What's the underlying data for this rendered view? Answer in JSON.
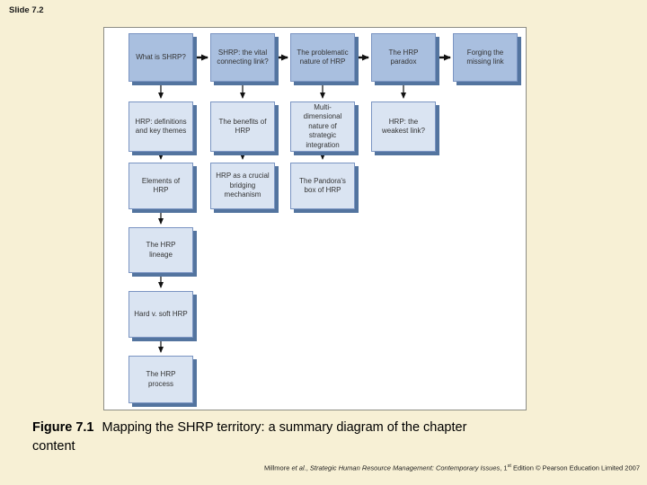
{
  "slide_label": "Slide 7.2",
  "diagram": {
    "nodes": [
      {
        "id": "what-is-shrp",
        "row": 1,
        "col": 1,
        "style": "dark",
        "label": "What is SHRP?"
      },
      {
        "id": "vital-connecting",
        "row": 1,
        "col": 2,
        "style": "dark",
        "label": "SHRP: the vital connecting link?"
      },
      {
        "id": "problematic-nature",
        "row": 1,
        "col": 3,
        "style": "dark",
        "label": "The problematic nature of HRP"
      },
      {
        "id": "hrp-paradox",
        "row": 1,
        "col": 4,
        "style": "dark",
        "label": "The HRP paradox"
      },
      {
        "id": "forging-missing",
        "row": 1,
        "col": 5,
        "style": "dark",
        "label": "Forging the missing link"
      },
      {
        "id": "definitions-themes",
        "row": 2,
        "col": 1,
        "style": "light",
        "label": "HRP: definitions and key themes"
      },
      {
        "id": "benefits-of-hrp",
        "row": 2,
        "col": 2,
        "style": "light",
        "label": "The benefits of HRP"
      },
      {
        "id": "multi-dimensional",
        "row": 2,
        "col": 3,
        "style": "light",
        "label": "Multi-dimensional nature of strategic integration"
      },
      {
        "id": "weakest-link",
        "row": 2,
        "col": 4,
        "style": "light",
        "label": "HRP: the weakest link?"
      },
      {
        "id": "elements-of-hrp",
        "row": 3,
        "col": 1,
        "style": "light",
        "label": "Elements of HRP"
      },
      {
        "id": "bridging-mechanism",
        "row": 3,
        "col": 2,
        "style": "light",
        "label": "HRP as a crucial bridging mechanism"
      },
      {
        "id": "pandoras-box",
        "row": 3,
        "col": 3,
        "style": "light",
        "label": "The Pandora's box of HRP"
      },
      {
        "id": "hrp-lineage",
        "row": 4,
        "col": 1,
        "style": "light",
        "label": "The HRP lineage"
      },
      {
        "id": "hard-v-soft",
        "row": 5,
        "col": 1,
        "style": "light",
        "label": "Hard v. soft HRP"
      },
      {
        "id": "hrp-process",
        "row": 6,
        "col": 1,
        "style": "light",
        "label": "The HRP process"
      }
    ],
    "connections": [
      "what-is-shrp -> vital-connecting",
      "vital-connecting -> problematic-nature",
      "problematic-nature -> hrp-paradox",
      "hrp-paradox -> forging-missing",
      "what-is-shrp -> definitions-themes",
      "vital-connecting -> benefits-of-hrp",
      "problematic-nature -> multi-dimensional",
      "hrp-paradox -> weakest-link",
      "definitions-themes -> elements-of-hrp",
      "benefits-of-hrp -> bridging-mechanism",
      "multi-dimensional -> pandoras-box",
      "elements-of-hrp -> hrp-lineage",
      "hrp-lineage -> hard-v-soft",
      "hard-v-soft -> hrp-process"
    ]
  },
  "caption": {
    "figure": "Figure 7.1",
    "line1": "Mapping the SHRP territory: a summary diagram of the chapter",
    "line2": "content"
  },
  "footer": {
    "author": "Millmore ",
    "etal": "et al.",
    "sep": ", ",
    "book_title": "Strategic Human Resource Management: Contemporary Issues",
    "edition_pre": ", 1",
    "edition_sup": "st",
    "edition_post": " Edition © Pearson Education Limited 2007"
  },
  "colors": {
    "background": "#F7F0D5",
    "panel_background": "#FFFFFF",
    "node_dark_fill": "#A9BFDF",
    "node_light_fill": "#DAE4F2",
    "node_border": "#7A94C2",
    "node_shadow": "#53749F",
    "arrow": "#111111"
  }
}
